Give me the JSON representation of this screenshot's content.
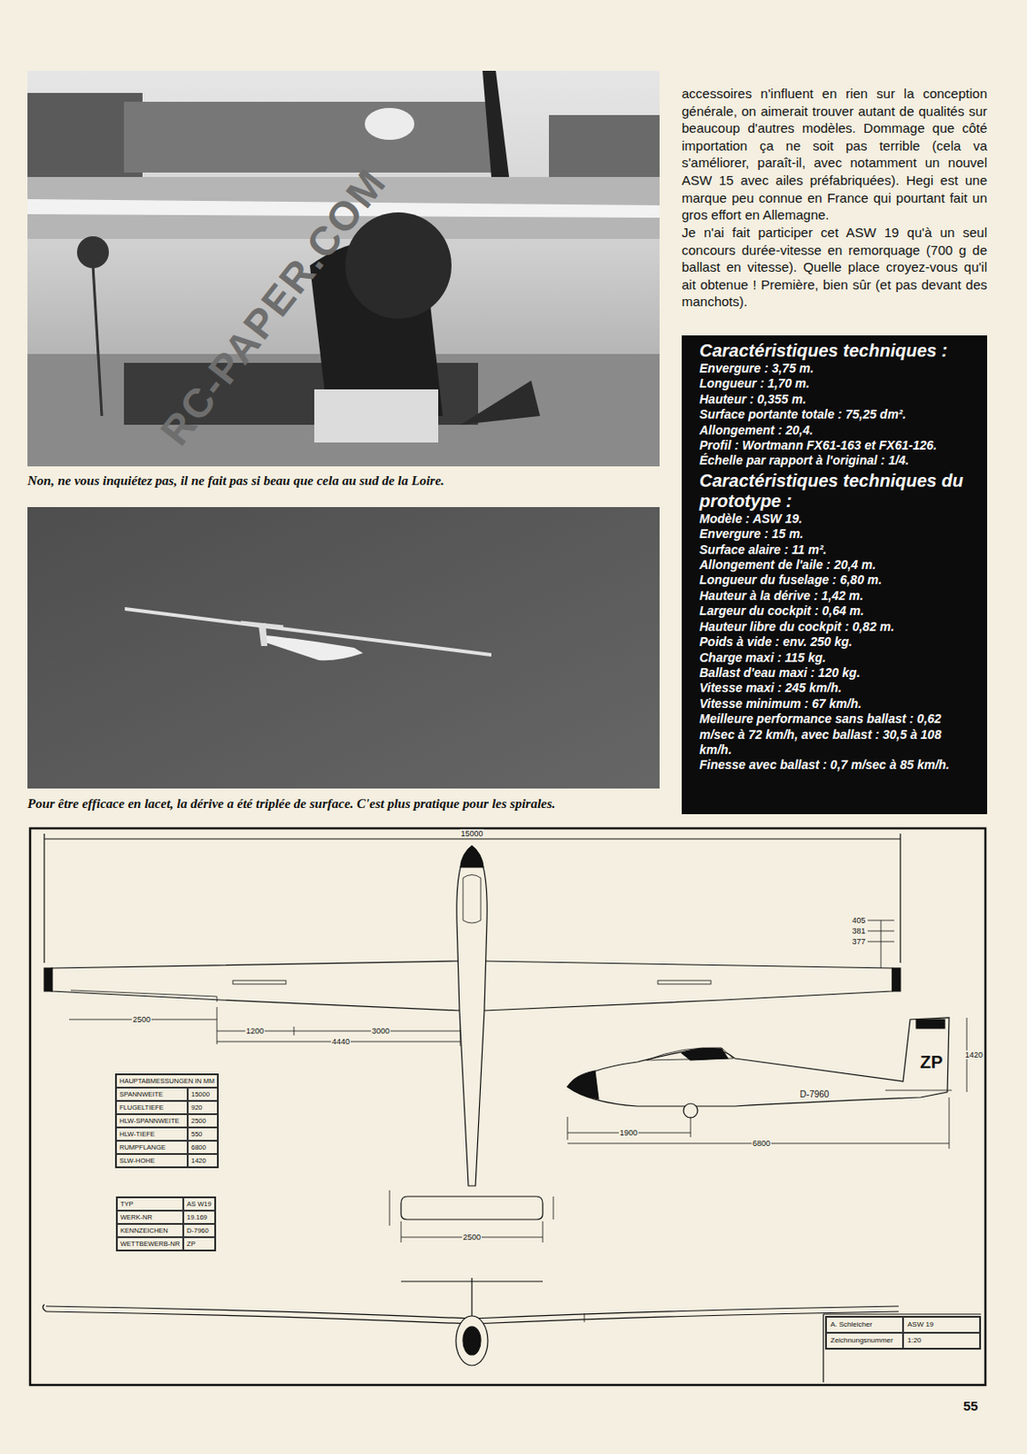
{
  "diagram": {
    "nodes": [
      {
        "text": [
          "Caractéristiques techniques :",
          "Envergure : 3,75 m.",
          "Longueur : 1,70 m.",
          "Hauteur : 0,355 m.",
          "Surface portante totale : 75,25 dm².",
          "Allongement : 20,4.",
          "Profil : Wortmann FX61-163 et FX61-126.",
          "Échelle par rapport à l'original : 1/4.",
          "Caractéristiques techniques du prototype :",
          "Modèle : ASW 19.",
          "Envergure : 15 m.",
          "Surface alaire : 11 m².",
          "Allongement de l'aile : 20,4 m.",
          "Longueur du fuselage : 6,80 m.",
          "Hauteur à la dérive : 1,42 m.",
          "Largeur du cockpit : 0,64 m.",
          "Hauteur libre du cockpit : 0,82 m.",
          "Poids à vide : env. 250 kg.",
          "Charge maxi : 115 kg.",
          "Ballast d'eau maxi : 120 kg.",
          "Vitesse maxi : 245 km/h.",
          "Vitesse minimum : 67 km/h.",
          "Meilleure performance sans ballast : 0,62 m/sec à 72 km/h, avec ballast : 30,5 à 108 km/h.",
          "Finesse avec ballast : 0,7 m/sec à 85 km/h."
        ]
      },
      {
        "text": [
          "HAUPTABMESSUNGEN IN MM",
          "SPANNWEITE",
          "15000",
          "FLUGELTIEFE",
          "920",
          "HLW-SPANNWEITE",
          "2500",
          "HLW-TIEFE",
          "550",
          "RUMPFLANGE",
          "6800",
          "SLW-HOHE",
          "1420"
        ]
      },
      {
        "text": [
          "TYP",
          "AS W19",
          "WERK-NR",
          "19.169",
          "KENNZEICHEN",
          "D-7960",
          "WETTBEWERB-NR",
          "ZP"
        ]
      },
      {
        "text": [
          "A. Schleicher",
          "ASW 19",
          "Zeichnungsnummer",
          "1:20"
        ]
      }
    ],
    "labels": [
      "accessoires n'influent en rien sur la conception générale, on aimerait trouver autant de qualités sur beaucoup d'autres modèles. Dommage que côté importation ça ne soit pas terrible (cela va s'améliorer, paraît-il, avec notamment un nouvel ASW 15 avec ailes préfabriquées). Hegi est une marque peu connue en France qui pourtant fait un gros effort en Allemagne.",
      "Je n'ai fait participer cet ASW 19 qu'à un seul concours durée-vitesse en remorquage (700 g de ballast en vitesse). Quelle place croyez-vous qu'il ait obtenue ! Première, bien sûr (et pas devant des manchots).",
      "Non, ne vous inquiétez pas, il ne fait pas si beau que cela au sud de la Loire.",
      "Pour être efficace en lacet, la dérive a été triplée de surface. C'est plus pratique pour les spirales.",
      "RC-PAPER.COM",
      "15000",
      "2500",
      "1200",
      "3000",
      "4440",
      "405",
      "381",
      "377",
      "D-7960",
      "ZP",
      "1900",
      "6800",
      "1420",
      "2500",
      "55"
    ]
  }
}
